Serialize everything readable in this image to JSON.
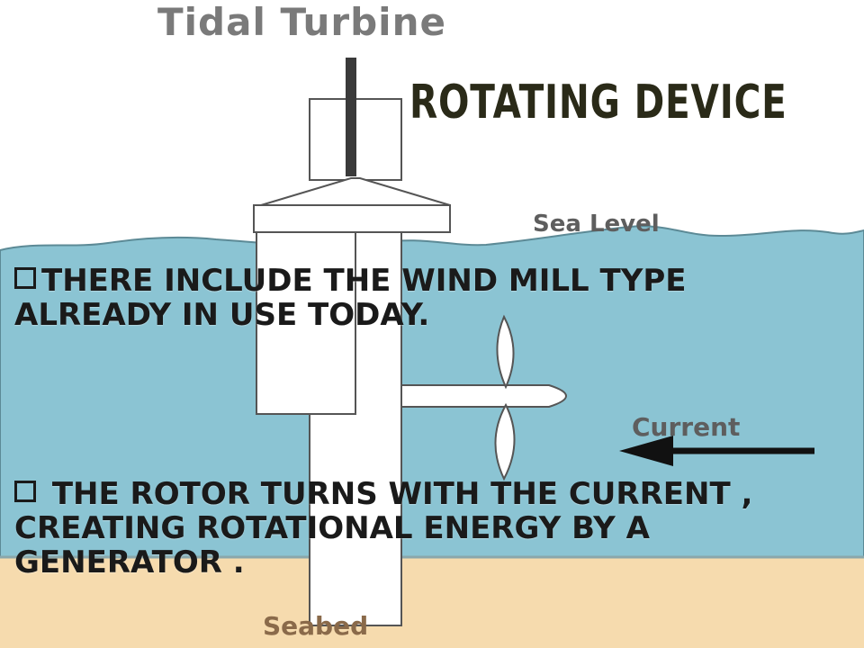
{
  "diagram": {
    "title": "Tidal Turbine",
    "labels": {
      "sea_level": "Sea Level",
      "current": "Current",
      "seabed": "Seabed"
    }
  },
  "slide": {
    "heading": "ROTATING DEVICE",
    "bullets": [
      "There include the wind mill type already in use today.",
      "The rotor turns with the current , creating rotational energy by a generator ."
    ]
  },
  "colors": {
    "water": "#8bc4d3",
    "seabed": "#f6dbae",
    "structure": "#ffffff",
    "outline": "#555555"
  },
  "icons": {
    "bullet": "checkbox-square-icon",
    "current_arrow": "arrow-left-icon"
  }
}
